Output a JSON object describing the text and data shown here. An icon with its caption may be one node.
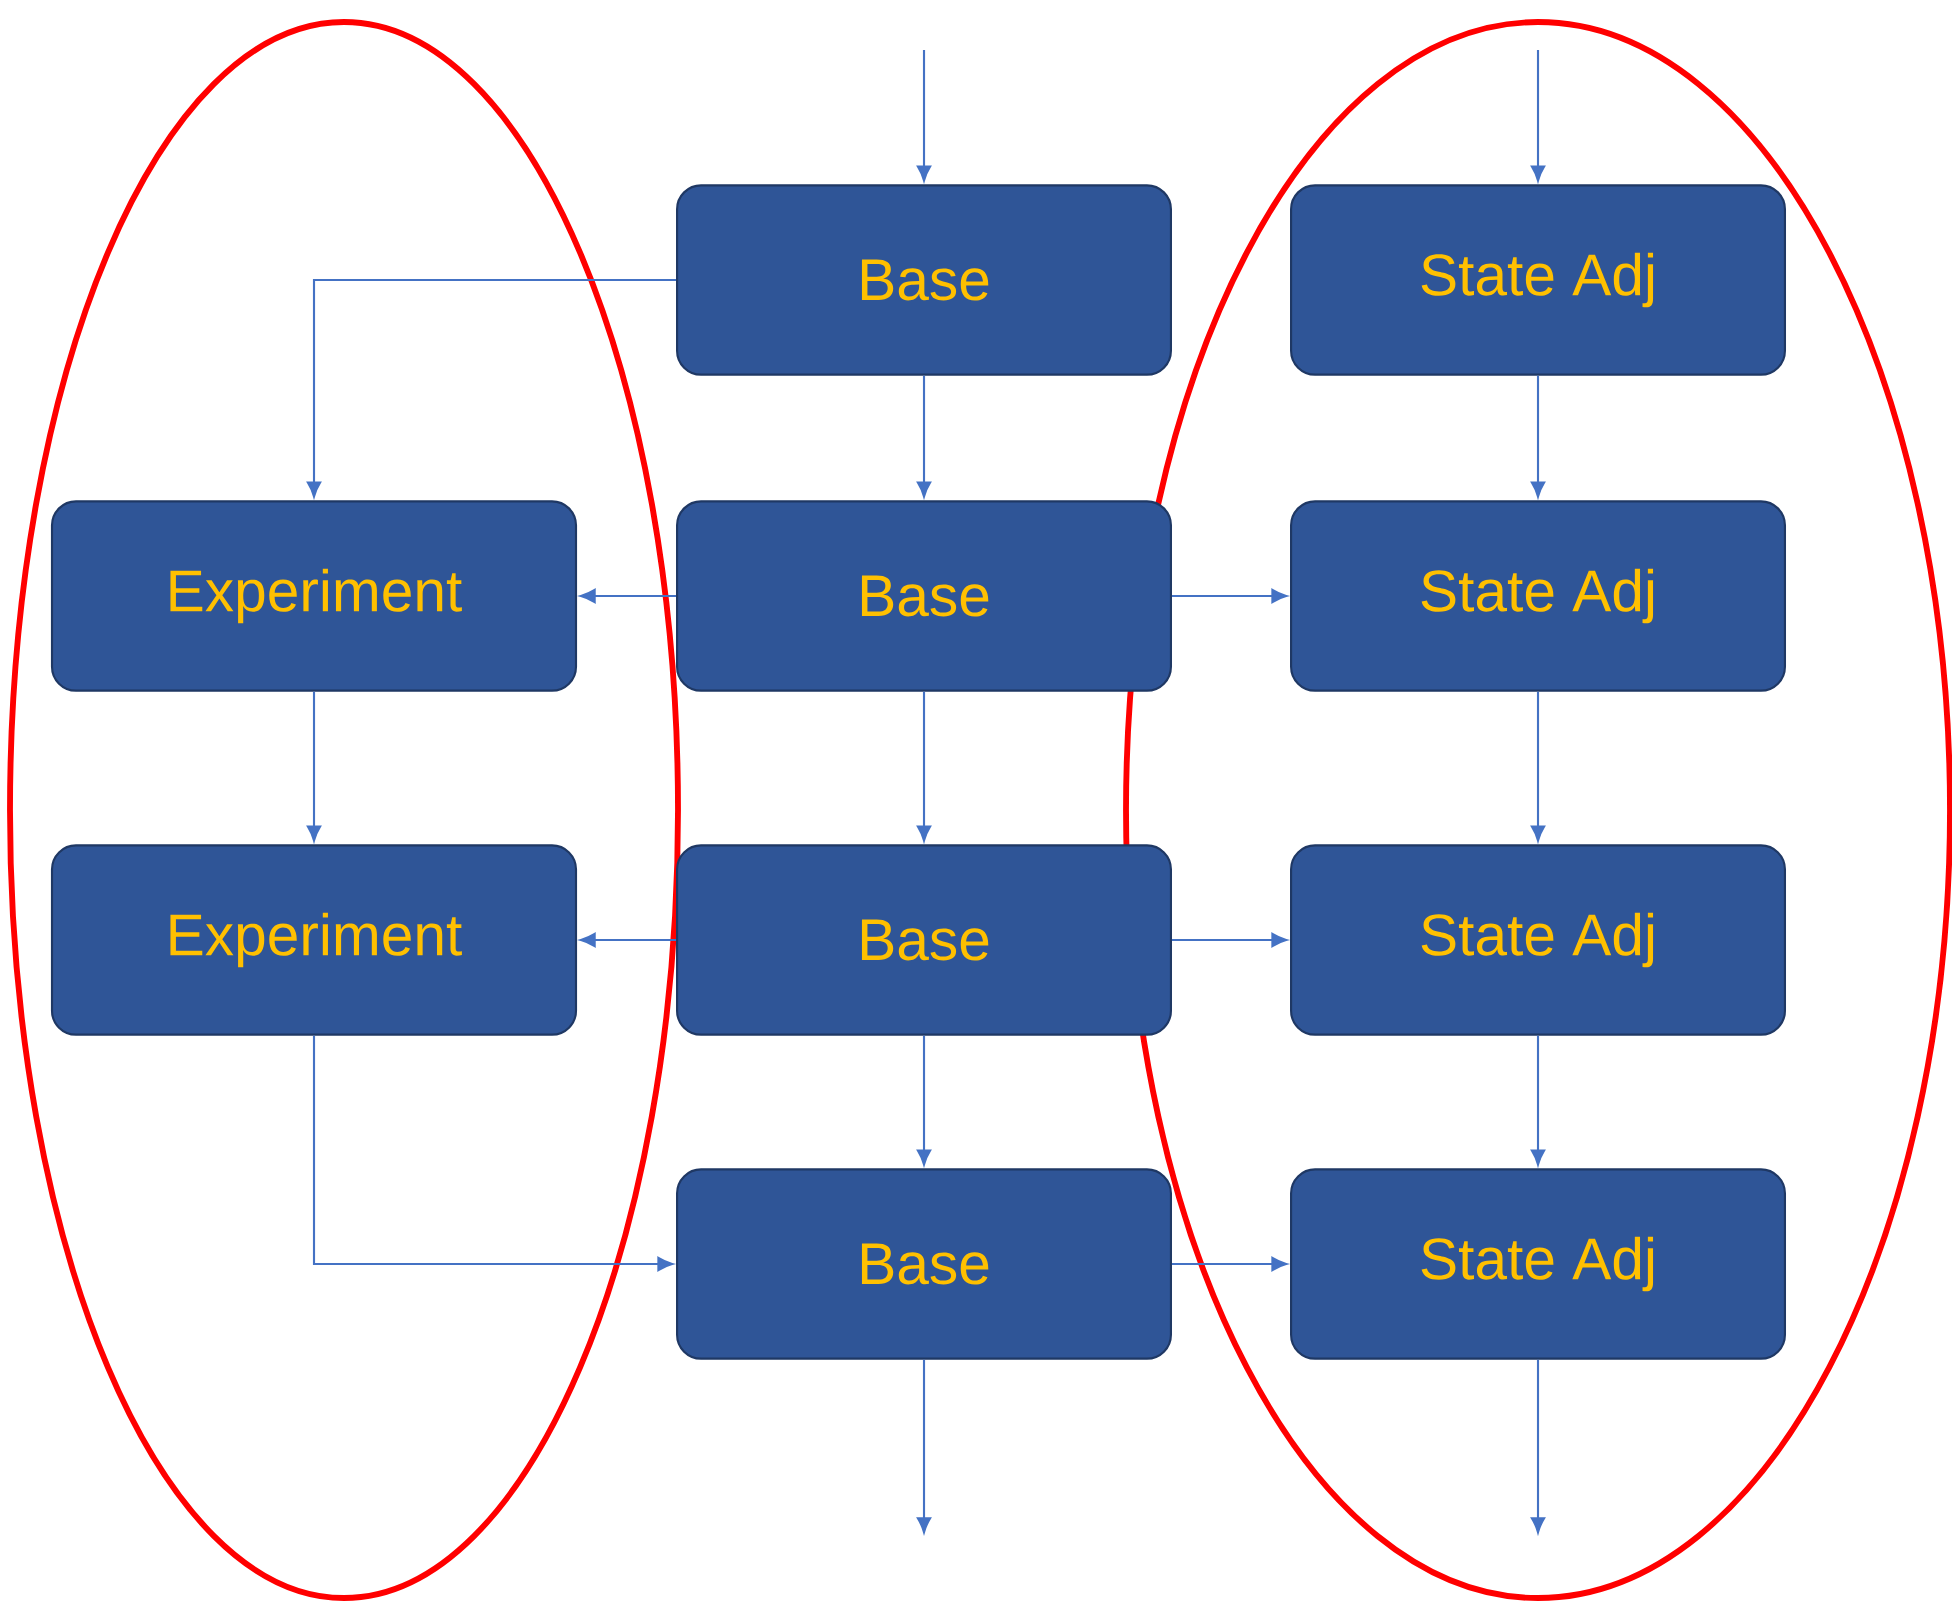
{
  "diagram": {
    "nodes": [
      {
        "text": [
          "Base"
        ]
      },
      {
        "text": [
          "State Adj"
        ]
      },
      {
        "text": [
          "Experiment"
        ]
      },
      {
        "text": [
          "Base"
        ]
      },
      {
        "text": [
          "State Adj"
        ]
      },
      {
        "text": [
          "Experiment"
        ]
      },
      {
        "text": [
          "Base"
        ]
      },
      {
        "text": [
          "State Adj"
        ]
      },
      {
        "text": [
          "Base"
        ]
      },
      {
        "text": [
          "State Adj"
        ]
      }
    ],
    "edges": [
      {
        "from": null,
        "to": 0,
        "arrow": "to"
      },
      {
        "from": null,
        "to": 1,
        "arrow": "to"
      },
      {
        "from": 0,
        "to": 2,
        "arrow": "to"
      },
      {
        "from": 0,
        "to": 3,
        "arrow": "to"
      },
      {
        "from": 1,
        "to": 4,
        "arrow": "to"
      },
      {
        "from": 3,
        "to": 2,
        "arrow": "to"
      },
      {
        "from": 3,
        "to": 4,
        "arrow": "to"
      },
      {
        "from": 2,
        "to": 5,
        "arrow": "to"
      },
      {
        "from": 3,
        "to": 6,
        "arrow": "to"
      },
      {
        "from": 4,
        "to": 7,
        "arrow": "to"
      },
      {
        "from": 6,
        "to": 5,
        "arrow": "to"
      },
      {
        "from": 6,
        "to": 7,
        "arrow": "to"
      },
      {
        "from": 6,
        "to": 8,
        "arrow": "to"
      },
      {
        "from": 5,
        "to": 8,
        "arrow": "to"
      },
      {
        "from": 7,
        "to": 9,
        "arrow": "to"
      },
      {
        "from": 8,
        "to": 9,
        "arrow": "to"
      },
      {
        "from": 8,
        "to": null,
        "arrow": "to"
      },
      {
        "from": 9,
        "to": null,
        "arrow": "to"
      }
    ]
  }
}
